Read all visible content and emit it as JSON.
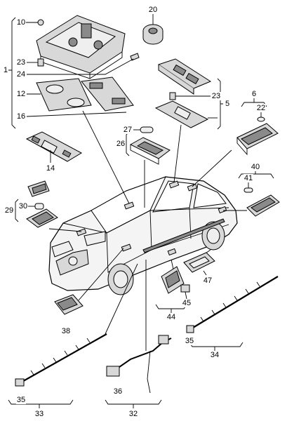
{
  "callouts": {
    "c1": "1",
    "c5": "5",
    "c6": "6",
    "c10": "10",
    "c12": "12",
    "c14": "14",
    "c16": "16",
    "c20": "20",
    "c22": "22",
    "c23a": "23",
    "c23b": "23",
    "c24": "24",
    "c26": "26",
    "c27": "27",
    "c29": "29",
    "c30": "30",
    "c32": "32",
    "c33": "33",
    "c34": "34",
    "c35a": "35",
    "c35b": "35",
    "c36": "36",
    "c38": "38",
    "c40": "40",
    "c41": "41",
    "c44": "44",
    "c45": "45",
    "c47": "47"
  },
  "colors": {
    "line": "#000000",
    "part_fill": "#d8d8d8",
    "background": "#ffffff"
  }
}
